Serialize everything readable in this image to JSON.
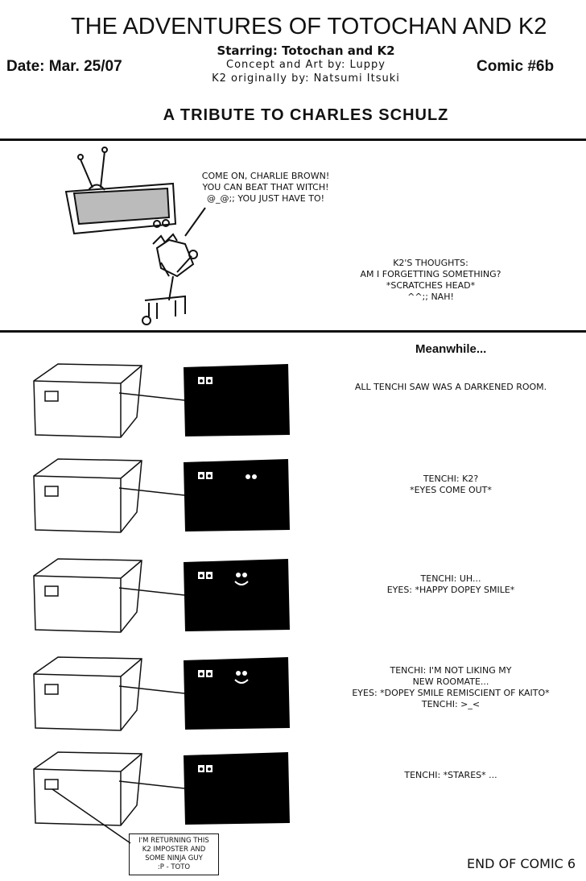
{
  "header": {
    "title": "THE ADVENTURES OF TOTOCHAN AND K2",
    "date": "Date: Mar. 25/07",
    "comic_number": "Comic #6b",
    "starring": "Starring: Totochan and K2",
    "concept": "Concept and Art by: Luppy",
    "original": "K2 originally by: Natsumi Itsuki",
    "tribute": "A TRIBUTE TO CHARLES SCHULZ"
  },
  "panel1": {
    "speech": [
      "COME ON, CHARLIE BROWN!",
      "YOU CAN BEAT THAT WITCH!",
      "@_@;; YOU JUST HAVE TO!"
    ],
    "thoughts": [
      "K2'S THOUGHTS:",
      "AM I FORGETTING SOMETHING?",
      "*SCRATCHES HEAD*",
      "^^;; NAH!"
    ]
  },
  "meanwhile": "Meanwhile...",
  "panels": [
    {
      "caption": [
        "ALL TENCHI SAW WAS A DARKENED ROOM."
      ]
    },
    {
      "caption": [
        "TENCHI: K2?",
        "*EYES COME OUT*"
      ]
    },
    {
      "caption": [
        "TENCHI: UH...",
        "EYES: *HAPPY DOPEY SMILE*"
      ]
    },
    {
      "caption": [
        "TENCHI: I'M NOT LIKING MY",
        "NEW ROOMATE...",
        "EYES: *DOPEY SMILE REMISCIENT OF KAITO*",
        "TENCHI: >_<"
      ]
    },
    {
      "caption": [
        "TENCHI: *STARES* ..."
      ]
    }
  ],
  "note": [
    "I'M RETURNING THIS",
    "K2 IMPOSTER AND",
    "SOME NINJA GUY",
    ":P   - TOTO"
  ],
  "footer": "END OF COMIC 6"
}
